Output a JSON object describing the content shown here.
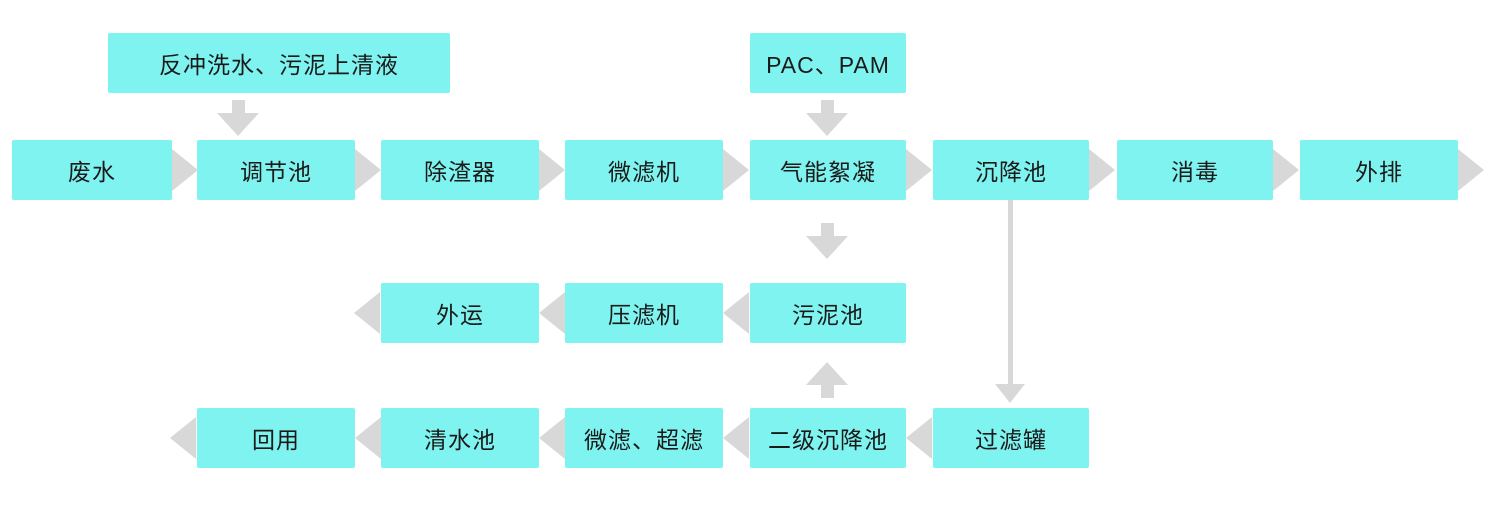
{
  "diagram": {
    "type": "process-flowchart",
    "description_labels": {
      "backwash_water": "反冲洗水、污泥上清液",
      "pac_pam": "PAC、PAM"
    }
  },
  "nodes": {
    "backwash_water": "反冲洗水、污泥上清液",
    "pac_pam": "PAC、PAM",
    "wastewater": "废水",
    "regulating_tank": "调节池",
    "slag_remover": "除渣器",
    "microfilter": "微滤机",
    "air_flocculation": "气能絮凝",
    "settling_tank": "沉降池",
    "disinfection": "消毒",
    "discharge": "外排",
    "transport_out": "外运",
    "filter_press": "压滤机",
    "sludge_tank": "污泥池",
    "reuse": "回用",
    "clean_water_tank": "清水池",
    "micro_ultra_filtration": "微滤、超滤",
    "secondary_settling_tank": "二级沉降池",
    "filter_tank": "过滤罐"
  },
  "edges": [
    {
      "from": "backwash_water",
      "to": "regulating_tank",
      "direction": "down"
    },
    {
      "from": "pac_pam",
      "to": "air_flocculation",
      "direction": "down"
    },
    {
      "from": "wastewater",
      "to": "regulating_tank",
      "direction": "right"
    },
    {
      "from": "regulating_tank",
      "to": "slag_remover",
      "direction": "right"
    },
    {
      "from": "slag_remover",
      "to": "microfilter",
      "direction": "right"
    },
    {
      "from": "microfilter",
      "to": "air_flocculation",
      "direction": "right"
    },
    {
      "from": "air_flocculation",
      "to": "settling_tank",
      "direction": "right"
    },
    {
      "from": "settling_tank",
      "to": "disinfection",
      "direction": "right"
    },
    {
      "from": "disinfection",
      "to": "discharge",
      "direction": "right"
    },
    {
      "from": "discharge",
      "to": "outside",
      "direction": "right"
    },
    {
      "from": "air_flocculation",
      "to": "sludge_tank",
      "direction": "down"
    },
    {
      "from": "sludge_tank",
      "to": "filter_press",
      "direction": "left"
    },
    {
      "from": "filter_press",
      "to": "transport_out",
      "direction": "left"
    },
    {
      "from": "transport_out",
      "to": "outside",
      "direction": "left"
    },
    {
      "from": "settling_tank",
      "to": "filter_tank",
      "direction": "down"
    },
    {
      "from": "filter_tank",
      "to": "secondary_settling_tank",
      "direction": "left"
    },
    {
      "from": "secondary_settling_tank",
      "to": "sludge_tank",
      "direction": "up"
    },
    {
      "from": "secondary_settling_tank",
      "to": "micro_ultra_filtration",
      "direction": "left"
    },
    {
      "from": "micro_ultra_filtration",
      "to": "clean_water_tank",
      "direction": "left"
    },
    {
      "from": "clean_water_tank",
      "to": "reuse",
      "direction": "left"
    },
    {
      "from": "reuse",
      "to": "outside",
      "direction": "left"
    }
  ],
  "colors": {
    "box_fill": "#7ef3ef",
    "arrow": "#d8d8d8",
    "text": "#1a1a1a",
    "background": "#ffffff"
  }
}
